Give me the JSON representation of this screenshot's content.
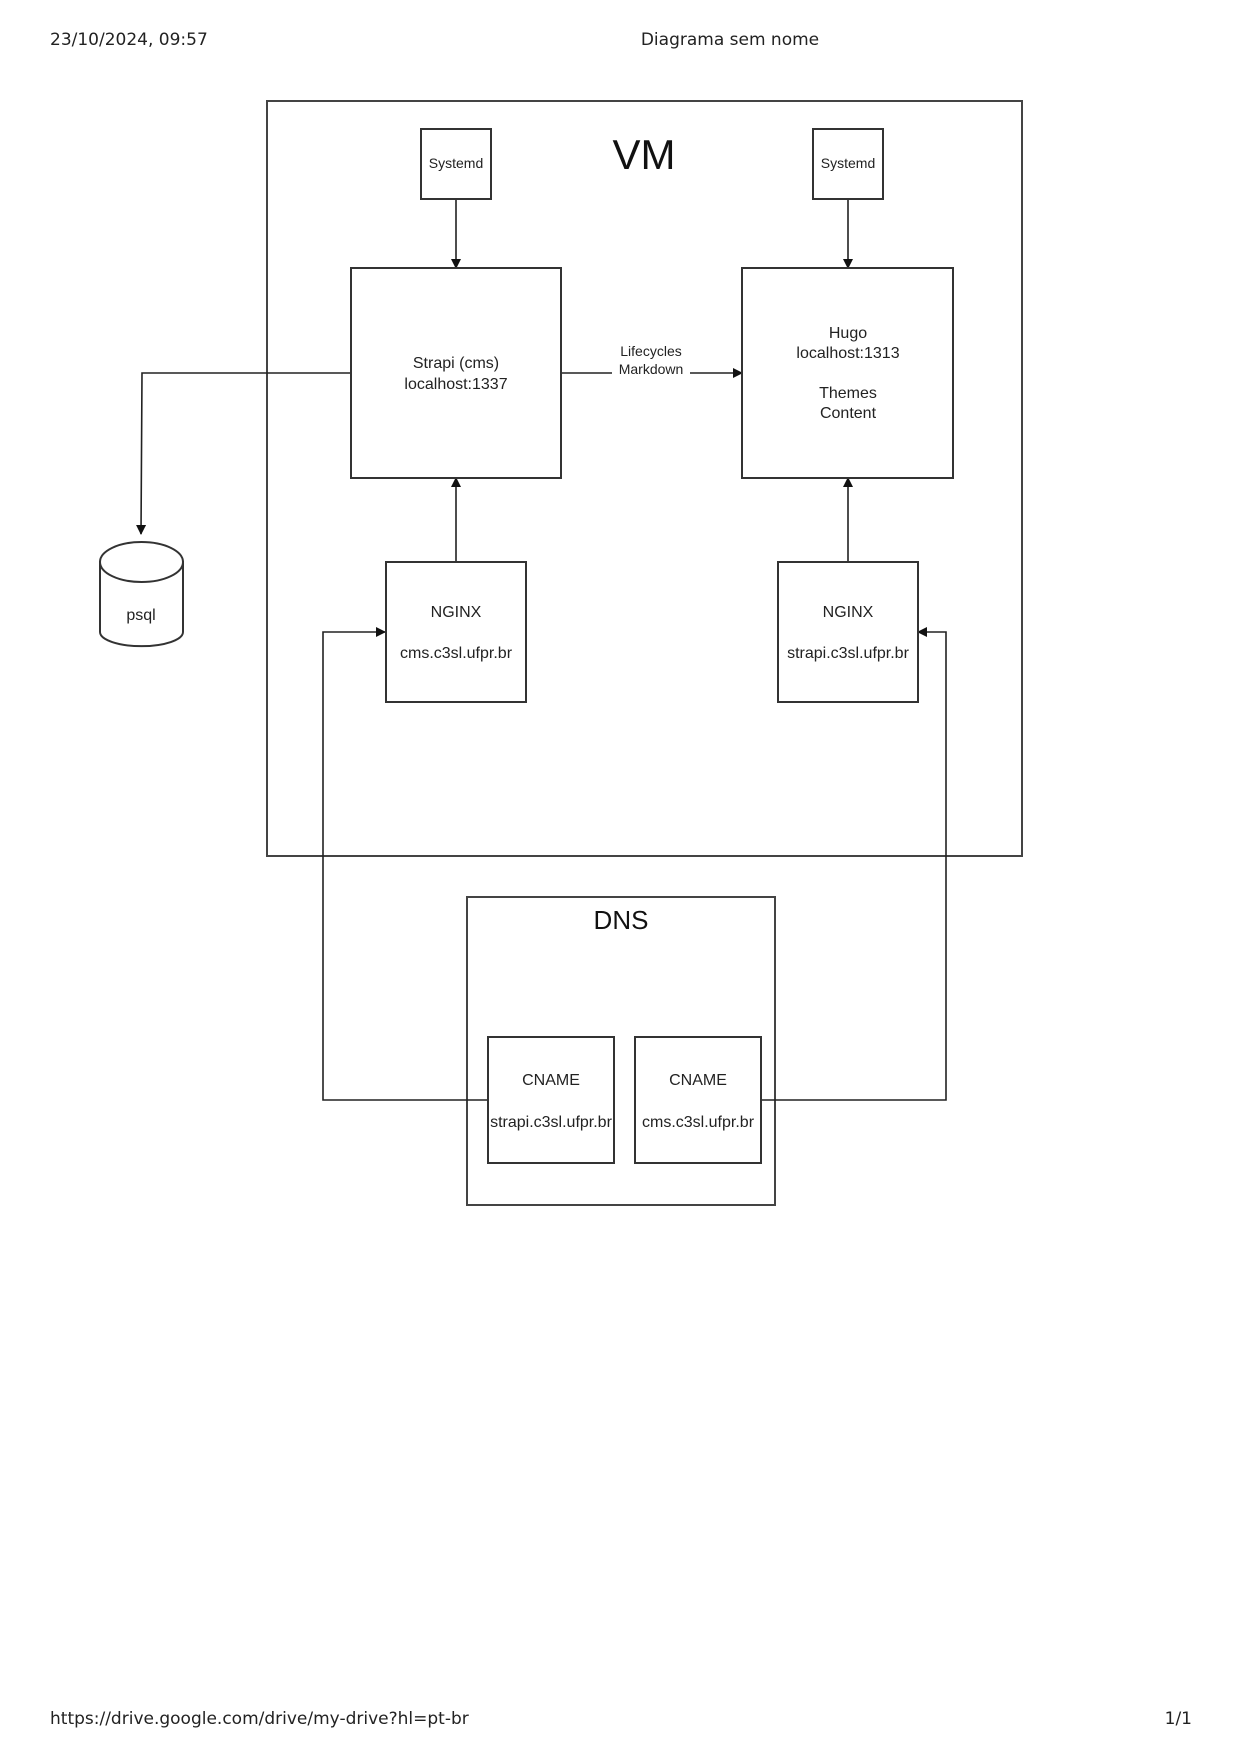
{
  "print_header": {
    "datetime": "23/10/2024, 09:57",
    "title": "Diagrama sem nome"
  },
  "print_footer": {
    "url": "https://drive.google.com/drive/my-drive?hl=pt-br",
    "page": "1/1"
  },
  "diagram": {
    "vm": {
      "label": "VM"
    },
    "dns": {
      "label": "DNS"
    },
    "systemd_left": {
      "label": "Systemd"
    },
    "systemd_right": {
      "label": "Systemd"
    },
    "strapi": {
      "line1": "Strapi (cms)",
      "line2": "localhost:1337"
    },
    "hugo": {
      "line1": "Hugo",
      "line2": "localhost:1313",
      "line3": "Themes",
      "line4": "Content"
    },
    "nginx_left": {
      "title": "NGINX",
      "domain": "cms.c3sl.ufpr.br"
    },
    "nginx_right": {
      "title": "NGINX",
      "domain": "strapi.c3sl.ufpr.br"
    },
    "cname_left": {
      "title": "CNAME",
      "domain": "strapi.c3sl.ufpr.br"
    },
    "cname_right": {
      "title": "CNAME",
      "domain": "cms.c3sl.ufpr.br"
    },
    "psql": {
      "label": "psql"
    },
    "edge_strapi_hugo": {
      "line1": "Lifecycles",
      "line2": "Markdown"
    }
  }
}
